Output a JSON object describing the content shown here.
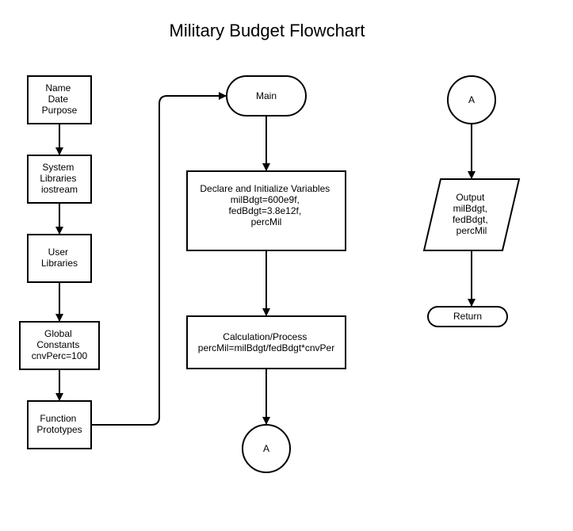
{
  "title": "Military Budget Flowchart",
  "colors": {
    "stroke": "#000000",
    "fill": "#ffffff",
    "text": "#000000"
  },
  "nodes": {
    "header": [
      "Name",
      "Date",
      "Purpose"
    ],
    "system_libraries": [
      "System",
      "Libraries",
      "iostream"
    ],
    "user_libraries": [
      "User",
      "Libraries"
    ],
    "global_constants": [
      "Global",
      "Constants",
      "cnvPerc=100"
    ],
    "function_prototypes": [
      "Function",
      "Prototypes"
    ],
    "main": [
      "Main"
    ],
    "declare": [
      "Declare and Initialize Variables",
      "milBdgt=600e9f,",
      "fedBdgt=3.8e12f,",
      "percMil"
    ],
    "calculation": [
      "Calculation/Process",
      "percMil=milBdgt/fedBdgt*cnvPer"
    ],
    "connector_out": [
      "A"
    ],
    "connector_in": [
      "A"
    ],
    "output": [
      "Output",
      "milBdgt,",
      "fedBdgt,",
      "percMil"
    ],
    "return": [
      "Return"
    ]
  }
}
